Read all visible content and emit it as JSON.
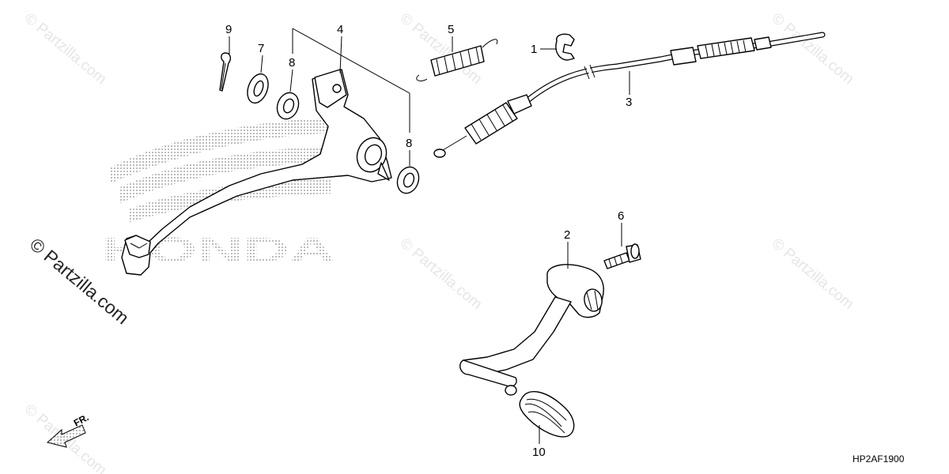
{
  "watermarks": [
    "© Partzilla.com",
    "© Partzilla.com",
    "© Partzilla.com",
    "© Partzilla.com",
    "© Partzilla.com",
    "© Partzilla.com",
    "© Partzilla.com"
  ],
  "logo_text": "HONDA",
  "diagram_code": "HP2AF1900",
  "direction_label": "FR.",
  "callouts": {
    "c9": "9",
    "c7": "7",
    "c8a": "8",
    "c4": "4",
    "c8b": "8",
    "c5": "5",
    "c1": "1",
    "c3": "3",
    "c6": "6",
    "c2": "2",
    "c10": "10"
  },
  "colors": {
    "line": "#000000",
    "logo_dots": "#9a9a9a",
    "watermark": "#e6e6e6"
  }
}
